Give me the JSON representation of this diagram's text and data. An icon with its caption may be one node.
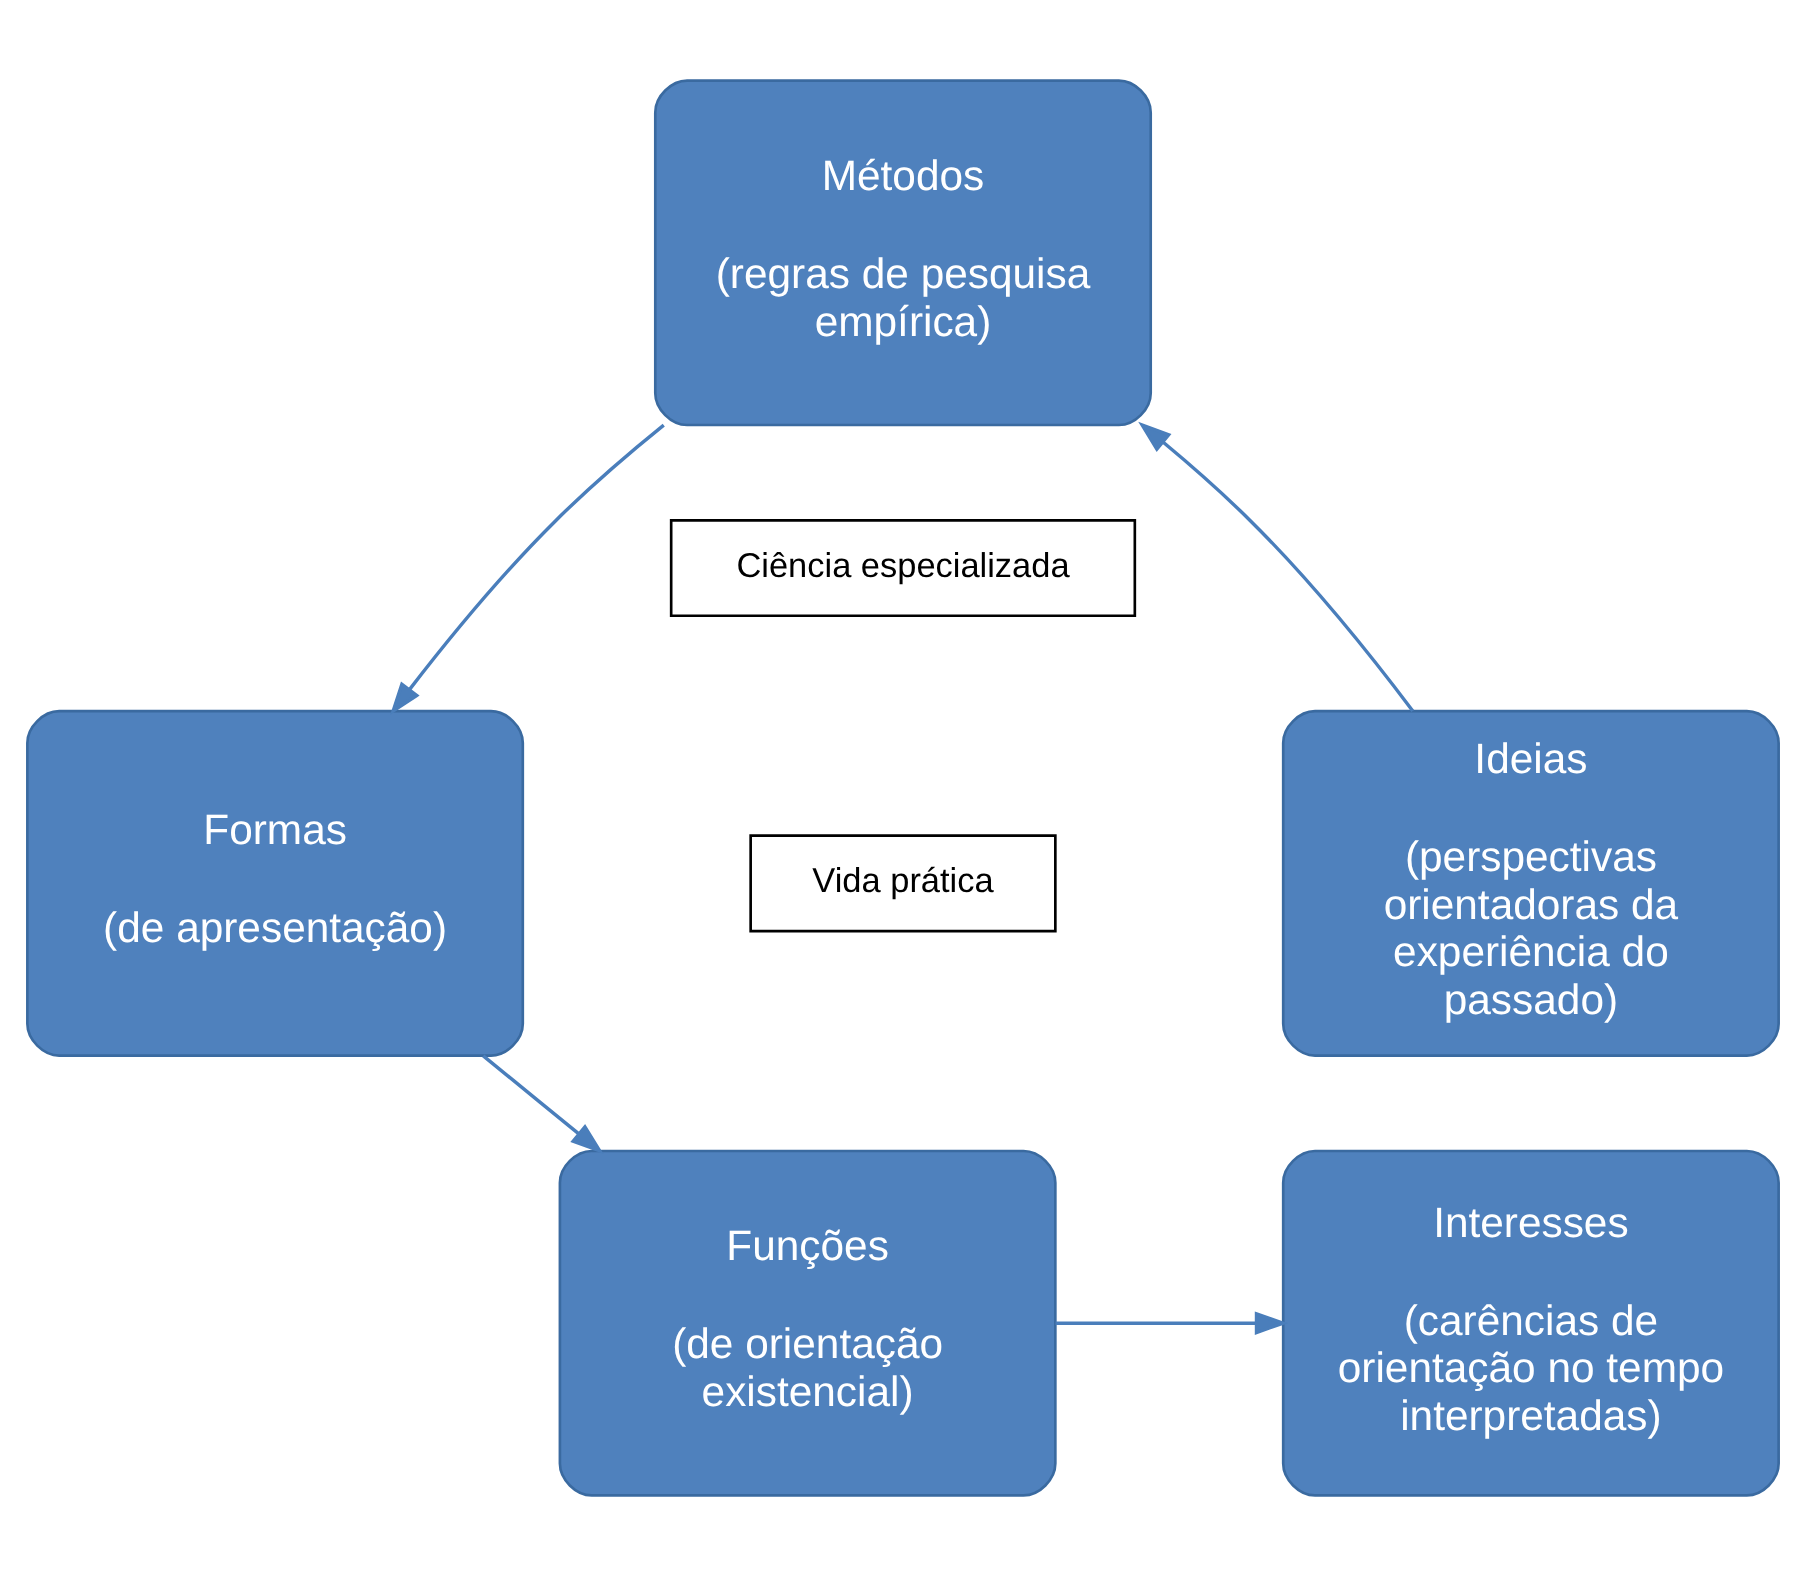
{
  "diagram": {
    "nodes": [
      {
        "text": [
          "Métodos",
          "(regras de pesquisa empírica)"
        ]
      },
      {
        "text": [
          "Formas",
          "(de apresentação)"
        ]
      },
      {
        "text": [
          "Funções",
          "(de orientação existencial)"
        ]
      },
      {
        "text": [
          "Interesses",
          "(carências de orientação no tempo interpretadas)"
        ]
      },
      {
        "text": [
          "Ideias",
          "(perspectivas orientadoras da experiência do passado)"
        ]
      },
      {
        "text": [
          "Ciência especializada"
        ]
      },
      {
        "text": [
          "Vida prática"
        ]
      }
    ],
    "edges": [
      {
        "from": 4,
        "to": 0,
        "arrow": "to"
      },
      {
        "from": 0,
        "to": 1,
        "arrow": "to"
      },
      {
        "from": 1,
        "to": 2,
        "arrow": "to"
      },
      {
        "from": 2,
        "to": 3,
        "arrow": "to"
      }
    ]
  }
}
